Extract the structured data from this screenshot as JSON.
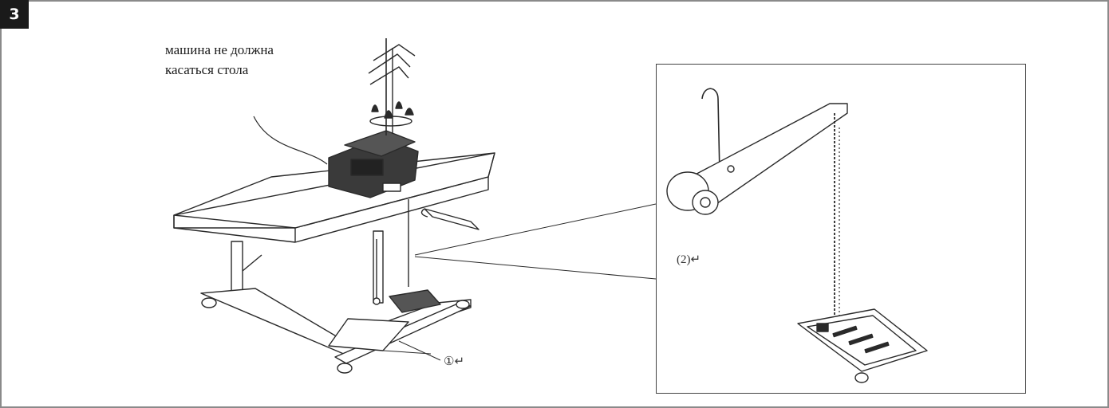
{
  "step_number": "3",
  "caption_lines": [
    "машина не должна",
    "касаться стола"
  ],
  "callout_1": "①↵",
  "callout_2": "(2)↵",
  "colors": {
    "ink": "#2a2a2a",
    "frame": "#8a8a8a",
    "badge": "#1a1a1a"
  }
}
